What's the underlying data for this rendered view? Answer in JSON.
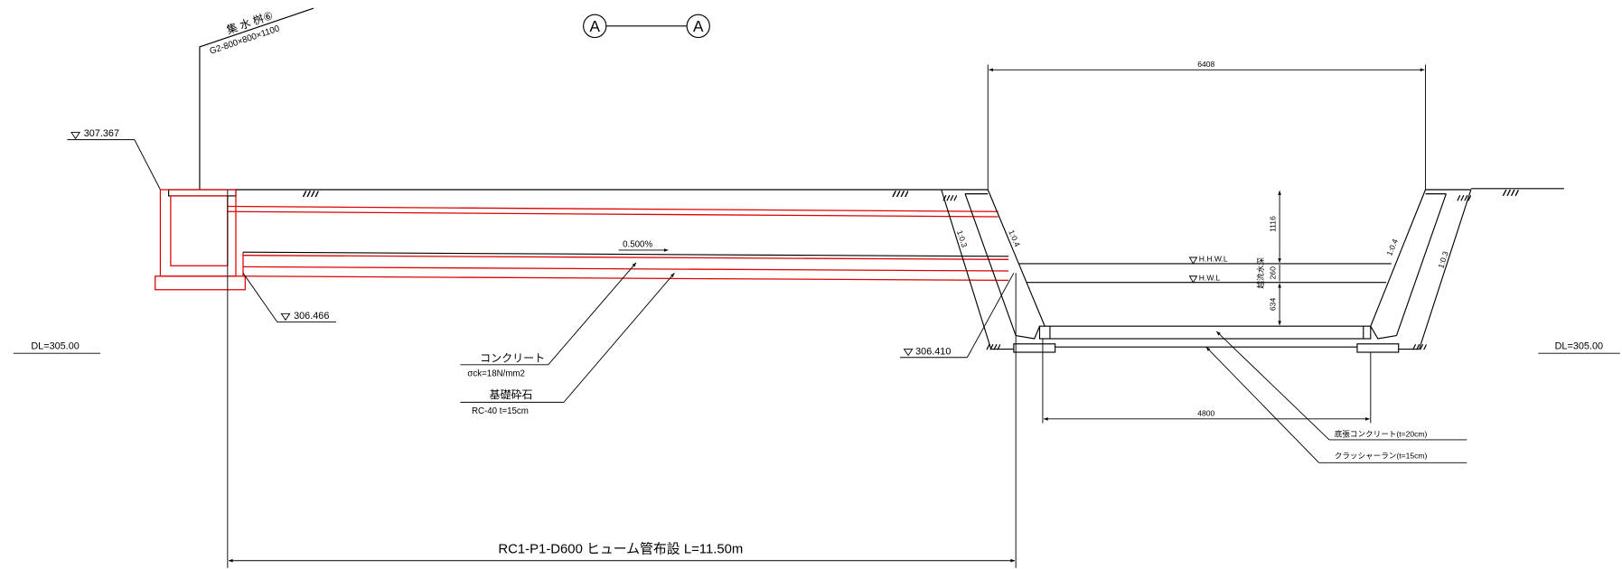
{
  "section": {
    "left": "A",
    "right": "A"
  },
  "catch_basin": {
    "name": "集 水 桝⑥",
    "spec": "G2-800×800×1100"
  },
  "elevations": {
    "top": "307.367",
    "pipe_invert": "306.466",
    "channel_bottom": "306.410"
  },
  "datum": {
    "left": "DL=305.00",
    "right": "DL=305.00"
  },
  "pipe": {
    "slope": "0.500%",
    "concrete_label": "コンクリート",
    "concrete_spec": "σck=18N/mm2",
    "base_label": "基礎砕石",
    "base_spec": "RC-40  t=15cm",
    "length_label": "RC1-P1-D600 ヒューム管布設  L=11.50m"
  },
  "channel": {
    "top_width": "6408",
    "bottom_width": "4800",
    "slope_outer_left": "1:0.3",
    "slope_inner_left": "1:0.4",
    "slope_inner_right": "1:0.4",
    "slope_outer_right": "1:0.3",
    "hhwl": "H.H.W.L",
    "hwl": "H.W.L",
    "depth_freeboard": "1116",
    "depth_overflow": "260",
    "depth_water": "634",
    "overflow_label": "越流水深",
    "floor_concrete": "底張コンクリート(t=20cm)",
    "crusher_run": "クラッシャーラン(t=15cm)"
  },
  "colors": {
    "line": "#000000",
    "pipe": "#e00000"
  }
}
